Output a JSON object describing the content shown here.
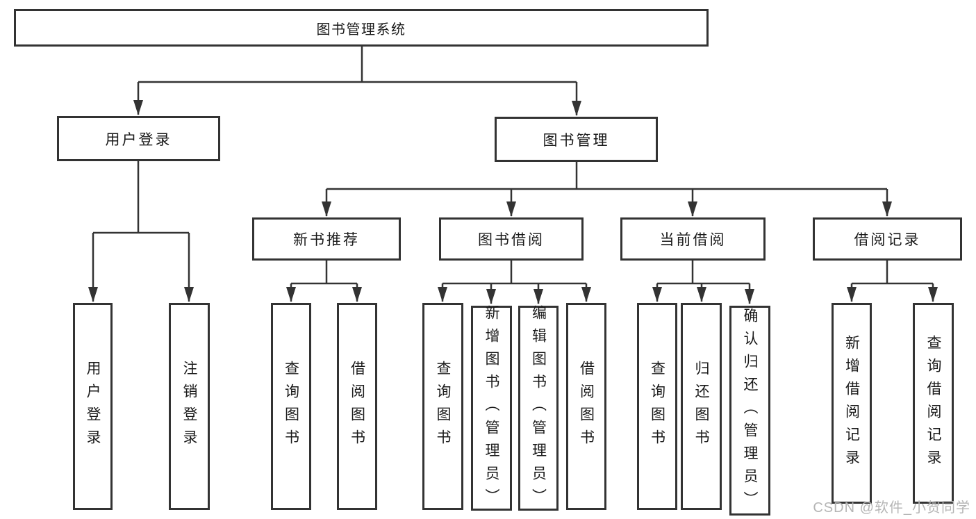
{
  "tree": {
    "label": "图书管理系统",
    "children": [
      {
        "label": "用户登录",
        "children": [
          {
            "label": "用户登录"
          },
          {
            "label": "注销登录"
          }
        ]
      },
      {
        "label": "图书管理",
        "children": [
          {
            "label": "新书推荐",
            "children": [
              {
                "label": "查询图书"
              },
              {
                "label": "借阅图书"
              }
            ]
          },
          {
            "label": "图书借阅",
            "children": [
              {
                "label": "查询图书"
              },
              {
                "label": "新增图书（管理员）"
              },
              {
                "label": "编辑图书（管理员）"
              },
              {
                "label": "借阅图书"
              }
            ]
          },
          {
            "label": "当前借阅",
            "children": [
              {
                "label": "查询图书"
              },
              {
                "label": "归还图书"
              },
              {
                "label": "确认归还（管理员）"
              }
            ]
          },
          {
            "label": "借阅记录",
            "children": [
              {
                "label": "新增借阅记录"
              },
              {
                "label": "查询借阅记录"
              }
            ]
          }
        ]
      }
    ]
  },
  "watermark": {
    "text": "CSDN @软件_小贺同学"
  },
  "colors": {
    "line": "#333333",
    "text": "#1a1a1a",
    "watermark": "#b5b5b5",
    "background": "#ffffff"
  }
}
